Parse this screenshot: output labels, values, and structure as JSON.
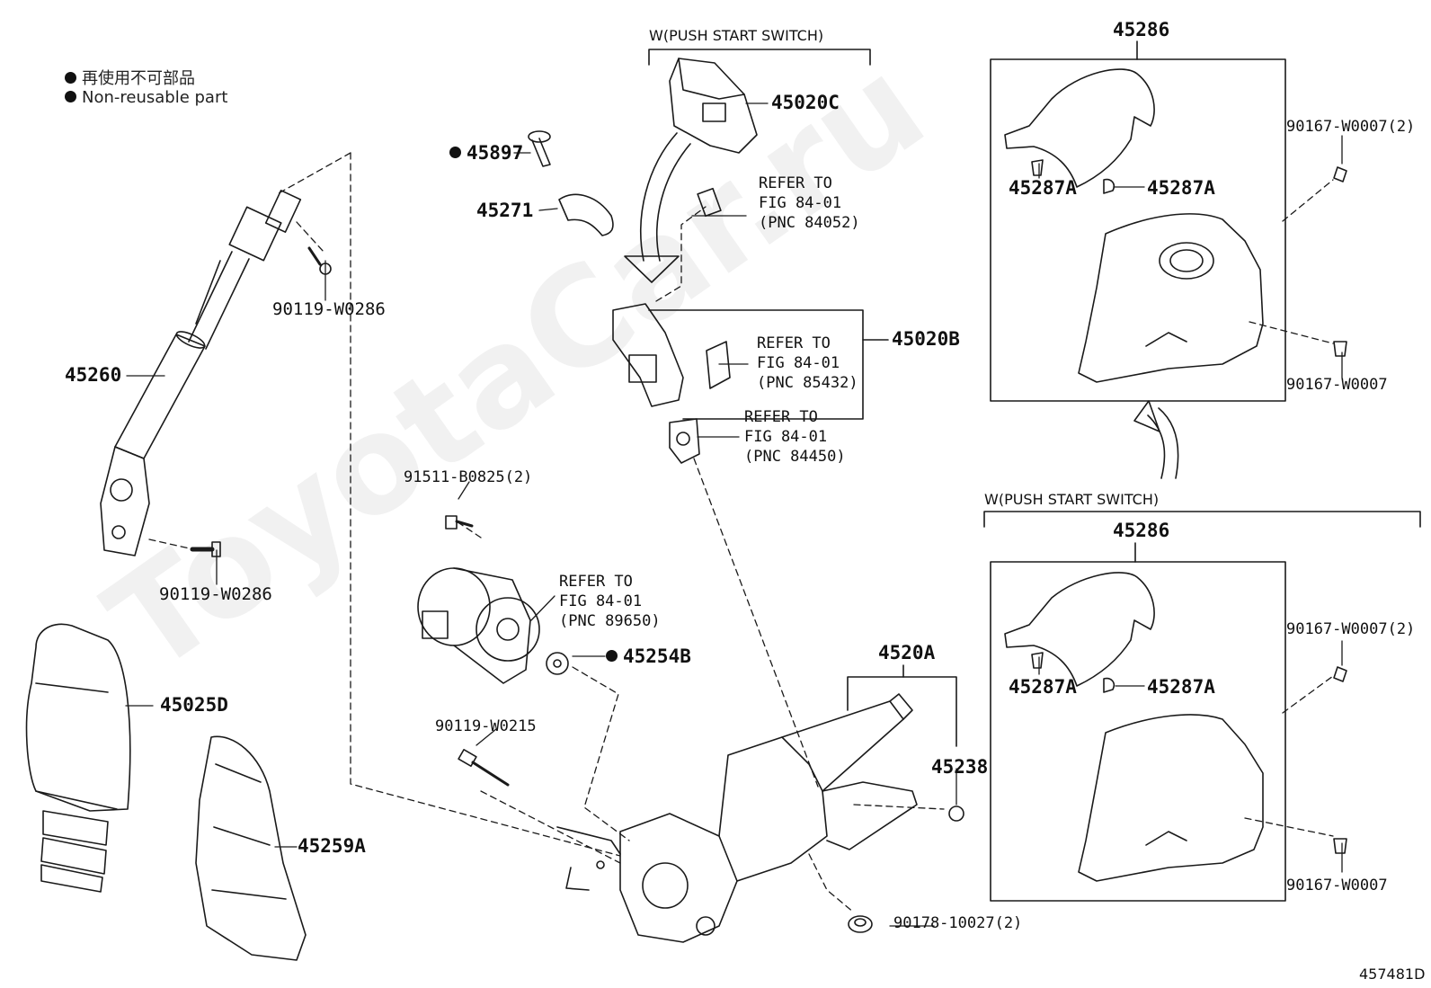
{
  "legend": [
    {
      "text": "再使用不可部品"
    },
    {
      "text": "Non-reusable part"
    }
  ],
  "watermark": "ToyotaCar.ru",
  "diagram_id": "457481D",
  "groups": {
    "push_start_top": "W(PUSH START SWITCH)",
    "push_start_right": "W(PUSH START SWITCH)"
  },
  "parts": {
    "p45897": "45897",
    "p45271": "45271",
    "p45020C": "45020C",
    "p45020B": "45020B",
    "p45260": "45260",
    "p90119_w0286_a": "90119-W0286",
    "p90119_w0286_b": "90119-W0286",
    "p91511_b0825": "91511-B0825(2)",
    "p45254B": "45254B",
    "p90119_w0215": "90119-W0215",
    "p45025D": "45025D",
    "p45259A": "45259A",
    "p4520A": "4520A",
    "p45238": "45238",
    "p90178_10027": "90178-10027(2)",
    "p45286_top": "45286",
    "p45286_bottom": "45286",
    "p45287A_1": "45287A",
    "p45287A_2": "45287A",
    "p45287A_3": "45287A",
    "p45287A_4": "45287A",
    "p90167_w0007_2a": "90167-W0007(2)",
    "p90167_w0007_a": "90167-W0007",
    "p90167_w0007_2b": "90167-W0007(2)",
    "p90167_w0007_b": "90167-W0007"
  },
  "refs": {
    "r84052": "REFER TO\nFIG 84-01\n(PNC 84052)",
    "r85432": "REFER TO\nFIG 84-01\n(PNC 85432)",
    "r84450": "REFER TO\nFIG 84-01\n(PNC 84450)",
    "r89650": "REFER TO\nFIG 84-01\n(PNC 89650)"
  }
}
